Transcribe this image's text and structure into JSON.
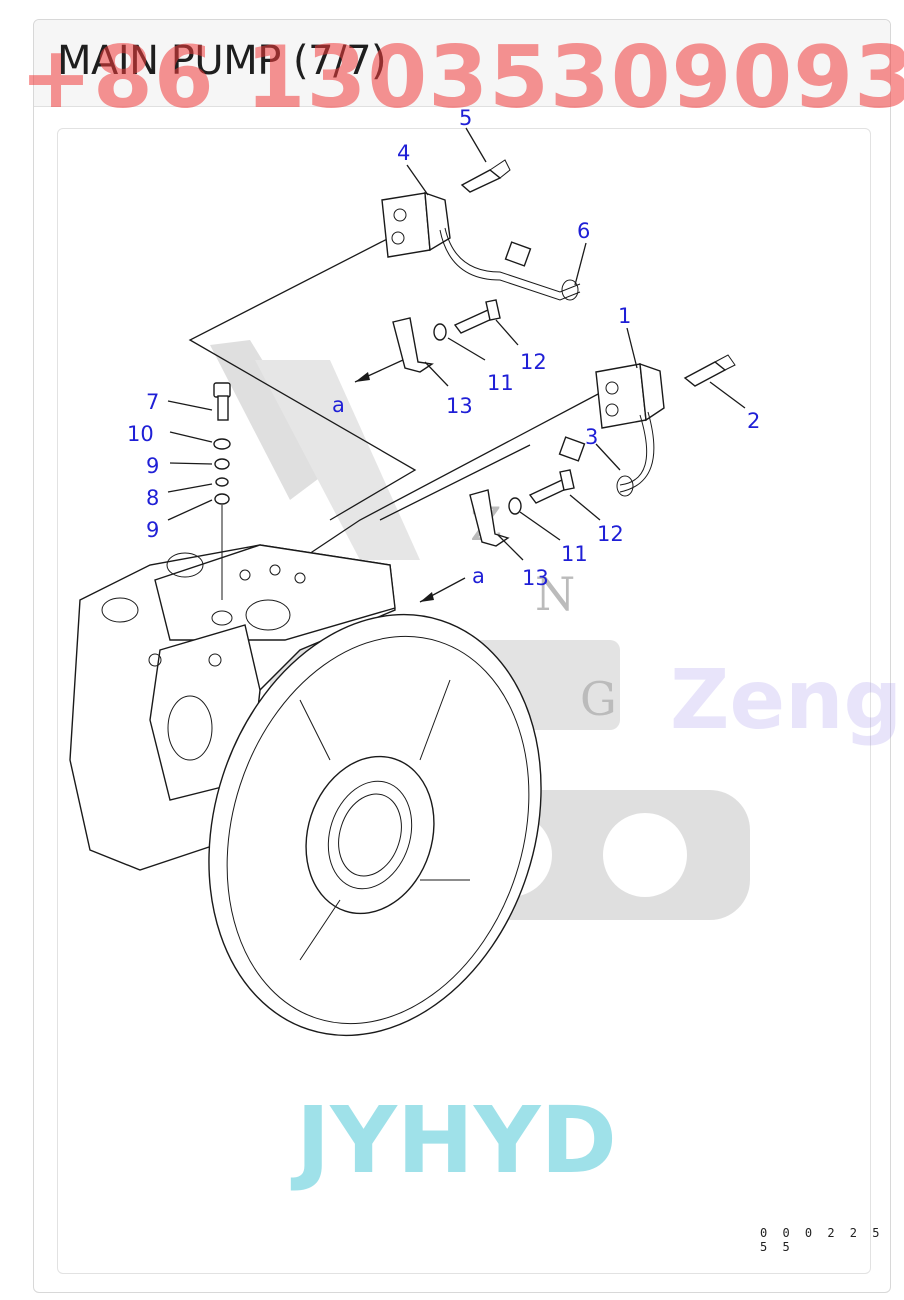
{
  "header": {
    "title": "MAIN PUMP (7/7)"
  },
  "diagram": {
    "callouts": [
      "5",
      "4",
      "6",
      "1",
      "12",
      "11",
      "13",
      "2",
      "7",
      "10",
      "9",
      "8",
      "9",
      "3",
      "a",
      "12",
      "11",
      "13",
      "a"
    ],
    "drawing_code": "0 0 0 2 2 5 5 5"
  },
  "watermarks": {
    "phone": "+86 13035309093",
    "brand": "JYHYD",
    "zeng": "Zeng",
    "logo_letters": [
      "Z",
      "N",
      "G"
    ]
  }
}
